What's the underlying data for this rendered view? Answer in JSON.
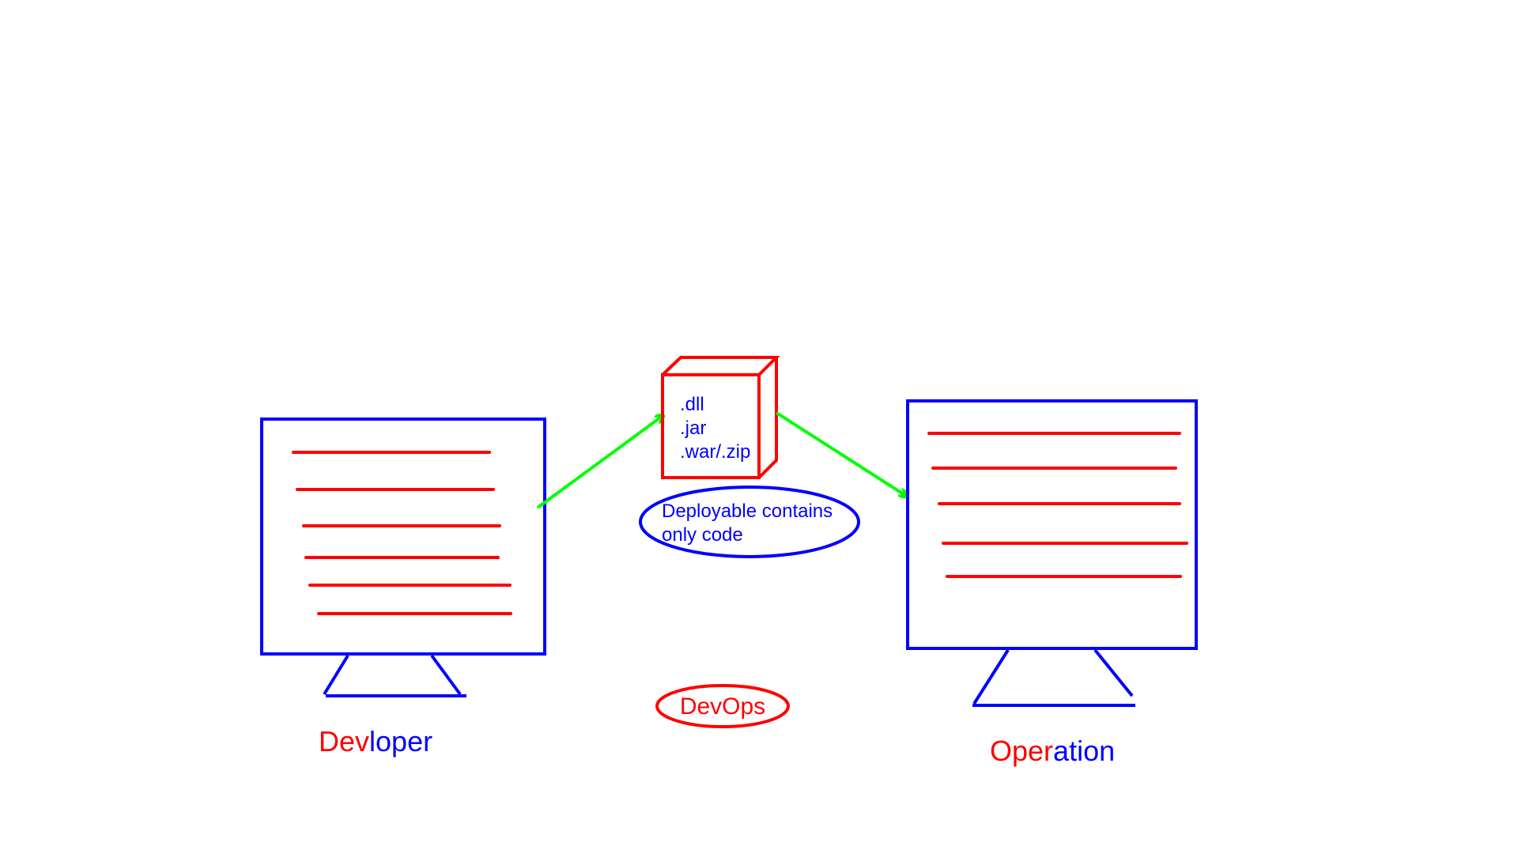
{
  "colors": {
    "monitor": "#0000ff",
    "code_lines": "#ff0000",
    "arrow": "#00ff00",
    "artifact_box": "#ff0000",
    "artifact_text": "#0000ff",
    "note_ellipse": "#0000ff",
    "devops_ellipse": "#ff0000",
    "accent_red": "#ff0000",
    "accent_blue": "#0000ff"
  },
  "developer": {
    "label_red": "Dev",
    "label_blue": "loper"
  },
  "operation": {
    "label_red": "Oper",
    "label_blue": "ation"
  },
  "artifact": {
    "line1": ".dll",
    "line2": ".jar",
    "line3": ".war/.zip"
  },
  "note": {
    "line1": "Deployable contains",
    "line2": "only code"
  },
  "devops": {
    "label": "DevOps"
  }
}
